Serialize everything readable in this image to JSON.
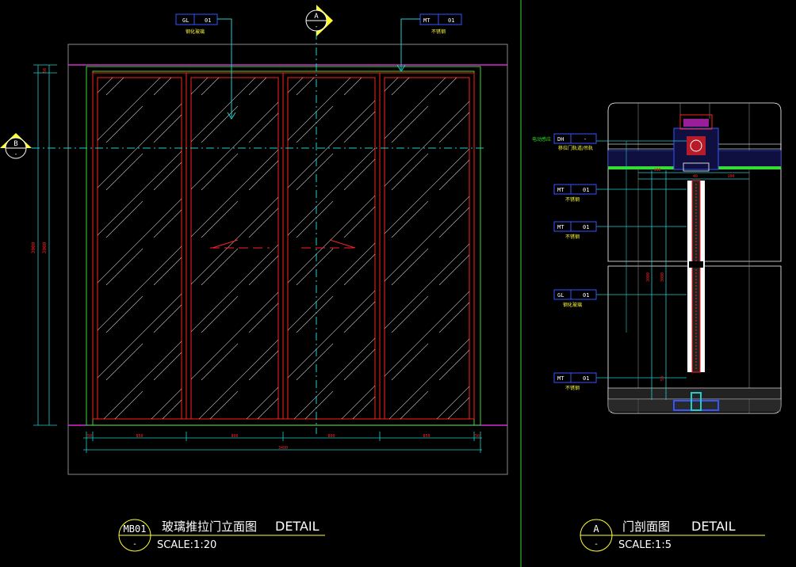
{
  "elevation": {
    "tags": [
      {
        "code": "GL",
        "num": "01",
        "desc": "钢化玻璃"
      },
      {
        "code": "MT",
        "num": "01",
        "desc": "不锈钢"
      }
    ],
    "section_marker_a": {
      "letter": "A",
      "sub": "-"
    },
    "section_marker_b": {
      "letter": "B",
      "sub": "-"
    },
    "dims_bottom": [
      "50",
      "850",
      "800",
      "800",
      "850",
      "50"
    ],
    "dim_total": "3400",
    "dims_left": [
      "3000",
      "3000",
      "50"
    ],
    "title": {
      "code": "MB01",
      "sub": "-",
      "name": "玻璃推拉门立面图",
      "detail": "DETAIL",
      "scale": "SCALE:1:20"
    }
  },
  "section": {
    "tags": [
      {
        "code": "DH",
        "num": "-",
        "desc": "移拉门轨道/吊轨",
        "prefix": "电动感应"
      },
      {
        "code": "MT",
        "num": "01",
        "desc": "不锈钢"
      },
      {
        "code": "MT",
        "num": "01",
        "desc": "不锈钢"
      },
      {
        "code": "GL",
        "num": "01",
        "desc": "钢化玻璃"
      },
      {
        "code": "MT",
        "num": "01",
        "desc": "不锈钢"
      }
    ],
    "dims_top": [
      "100",
      "40",
      "100"
    ],
    "dims_vert": [
      "3000",
      "3000",
      "50"
    ],
    "title": {
      "code": "A",
      "sub": "-",
      "name": "门剖面图",
      "detail": "DETAIL",
      "scale": "SCALE:1:5"
    }
  },
  "colors": {
    "red": "#ff2020",
    "green": "#33dd33",
    "magenta": "#ff33ff",
    "cyan": "#22cccc",
    "yellow": "#ffff33",
    "blue": "#3355ff",
    "white": "#ffffff",
    "grey": "#888888"
  }
}
